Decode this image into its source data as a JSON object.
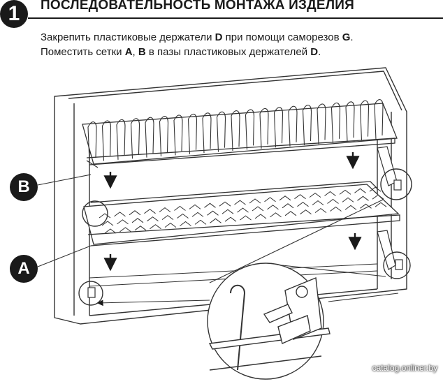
{
  "step": {
    "number": "1",
    "title": "ПОСЛЕДОВАТЕЛЬНОСТЬ МОНТАЖА ИЗДЕЛИЯ"
  },
  "instructions": {
    "line1": {
      "prefix": "Закрепить пластиковые держатели ",
      "bold1": "D",
      "mid": " при помощи саморезов ",
      "bold2": "G",
      "suffix": "."
    },
    "line2": {
      "prefix": "Поместить сетки ",
      "bold1": "A",
      "sep": ", ",
      "bold2": "B",
      "mid": " в пазы пластиковых держателей ",
      "bold3": "D",
      "suffix": "."
    }
  },
  "callouts": {
    "b": "B",
    "a": "A"
  },
  "watermark": "catalog.onliner.by"
}
